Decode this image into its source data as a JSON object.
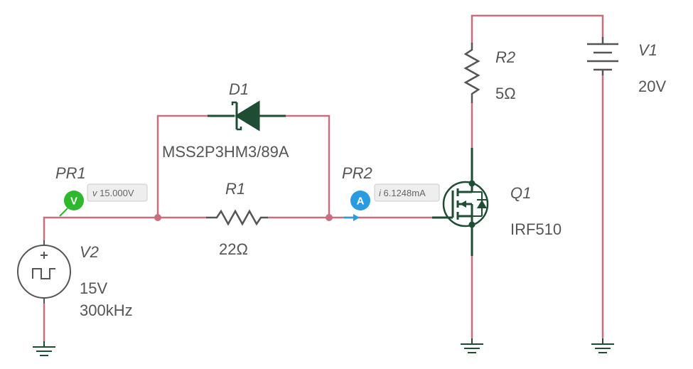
{
  "colors": {
    "wire": "#c96e7e",
    "component": "#1e4d33",
    "junction": "#c96e7e",
    "text": "#555555",
    "voltmeter": "#2eb82e",
    "ammeter": "#2a9be0",
    "probe_box_bg": "#eeeeee",
    "probe_box_border": "#cccccc"
  },
  "components": {
    "v1": {
      "ref": "V1",
      "value": "20V",
      "icon": "dc-battery-icon"
    },
    "v2": {
      "ref": "V2",
      "value": "15V",
      "frequency": "300kHz",
      "icon": "square-wave-source-icon"
    },
    "r1": {
      "ref": "R1",
      "value": "22Ω",
      "icon": "resistor-icon"
    },
    "r2": {
      "ref": "R2",
      "value": "5Ω",
      "icon": "resistor-icon"
    },
    "d1": {
      "ref": "D1",
      "model": "MSS2P3HM3/89A",
      "icon": "schottky-diode-icon"
    },
    "q1": {
      "ref": "Q1",
      "model": "IRF510",
      "icon": "nmos-transistor-icon"
    }
  },
  "probes": {
    "pr1": {
      "ref": "PR1",
      "type_letter": "V",
      "readout_prefix": "v",
      "readout_value": "15.000V",
      "icon": "voltage-probe-icon"
    },
    "pr2": {
      "ref": "PR2",
      "type_letter": "A",
      "readout_prefix": "i",
      "readout_value": "6.1248mA",
      "icon": "current-probe-icon"
    }
  },
  "grounds": [
    "ground-icon",
    "ground-icon",
    "ground-icon"
  ]
}
